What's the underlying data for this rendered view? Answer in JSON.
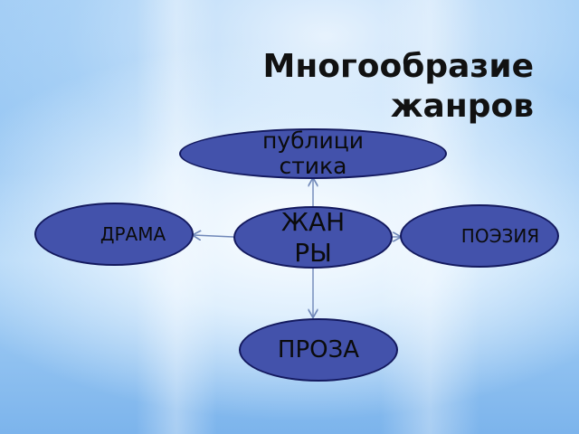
{
  "title": "Многообразие жанров",
  "nodes": {
    "center": "ЖАНРЫ",
    "top": "публицистика",
    "left": "ДРАМА",
    "right": "ПОЭЗИЯ",
    "bottom": "ПРОЗА"
  },
  "colors": {
    "node_fill": "#4352ab",
    "node_border": "#13195e",
    "connector": "#6f87b8"
  }
}
